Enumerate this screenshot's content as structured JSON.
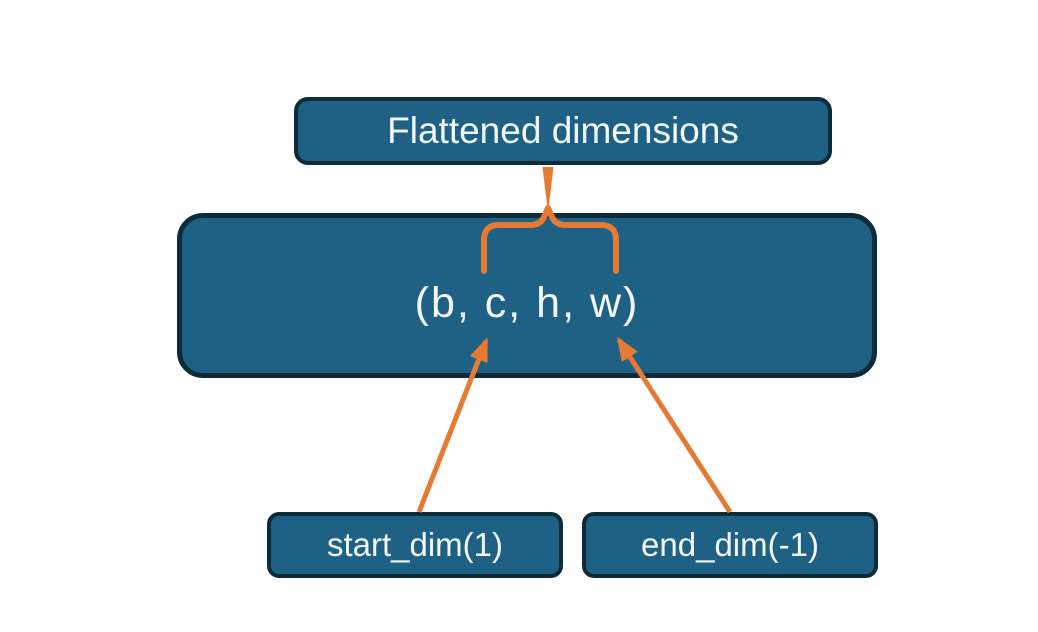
{
  "diagram": {
    "title_node": {
      "label": "Flattened dimensions"
    },
    "main_node": {
      "label": "(b, c, h, w)"
    },
    "bottom_nodes": [
      {
        "label": "start_dim(1)"
      },
      {
        "label": "end_dim(-1)"
      }
    ],
    "colors": {
      "node_fill": "#1f6185",
      "node_border": "#0e2b3a",
      "connector_orange": "#e67a33",
      "text": "#f3f7f8",
      "background": "#ffffff"
    }
  }
}
